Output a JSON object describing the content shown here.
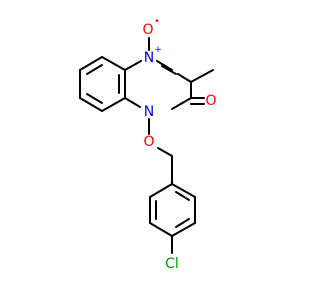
{
  "colors": {
    "background": "#ffffff",
    "carbon_bond": "#000000",
    "nitrogen": "#0000ff",
    "oxygen": "#ff0000",
    "chlorine": "#00a000"
  },
  "atoms": {
    "n_oxide": {
      "element": "N",
      "charge": "+"
    },
    "o_oxide": {
      "element": "O",
      "charge": "•"
    },
    "n_ring": {
      "element": "N"
    },
    "o_carbonyl": {
      "element": "O"
    },
    "o_ether": {
      "element": "O"
    },
    "cl": {
      "element": "Cl"
    }
  }
}
